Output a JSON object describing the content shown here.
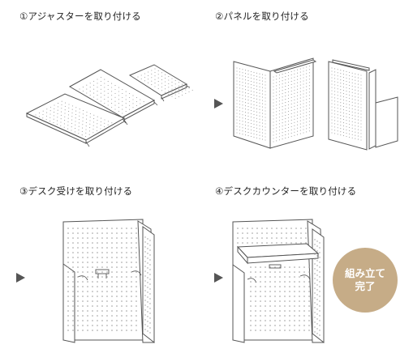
{
  "steps": [
    {
      "number": "①",
      "title": "アジャスターを取り付ける"
    },
    {
      "number": "②",
      "title": "パネルを取り付ける"
    },
    {
      "number": "③",
      "title": "デスク受けを取り付ける"
    },
    {
      "number": "④",
      "title": "デスクカウンターを取り付ける"
    }
  ],
  "badge": {
    "line1": "組み立て",
    "line2": "完了",
    "color": "#c6ac87"
  },
  "colors": {
    "line": "#555555",
    "hole": "#9a9a9a",
    "arrow": "#555555"
  },
  "icons": {
    "next_step": "triangle-right-icon"
  }
}
